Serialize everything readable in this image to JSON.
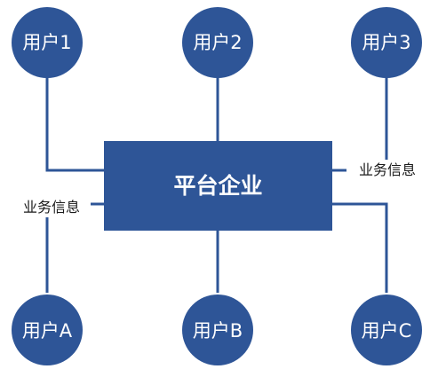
{
  "center": {
    "label": "平台企业"
  },
  "users": [
    {
      "id": "1",
      "label": "用户1"
    },
    {
      "id": "2",
      "label": "用户2"
    },
    {
      "id": "3",
      "label": "用户3"
    },
    {
      "id": "A",
      "label": "用户A"
    },
    {
      "id": "B",
      "label": "用户B"
    },
    {
      "id": "C",
      "label": "用户C"
    }
  ],
  "edge_labels": {
    "right": "业务信息",
    "left": "业务信息"
  },
  "colors": {
    "primary": "#2e5597",
    "text_dark": "#1a1a1a",
    "background": "#ffffff"
  }
}
